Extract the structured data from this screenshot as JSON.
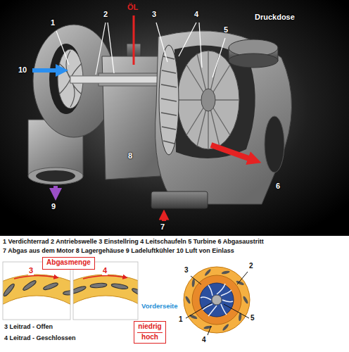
{
  "diagram": {
    "nodes": [
      {
        "text": [
          "Abgasmenge"
        ]
      },
      {
        "text": [
          "niedrig",
          "hoch"
        ]
      }
    ],
    "labels": [
      "1",
      "2",
      "ÖL",
      "3",
      "4",
      "Druckdose",
      "5",
      "10",
      "6",
      "8",
      "9",
      "7",
      "1 Verdichterrad 2 Antriebswelle 3 Einstellring 4 Leitschaufeln 5 Turbine 6 Abgasaustritt",
      "7 Abgas aus dem Motor 8 Lagergehäuse 9 Ladeluftkühler 10 Luft von Einlass",
      "3",
      "4",
      "3 Leitrad - Offen",
      "4 Leitrad - Geschlossen",
      "3",
      "2",
      "1",
      "5",
      "4",
      "Vorderseite"
    ]
  }
}
